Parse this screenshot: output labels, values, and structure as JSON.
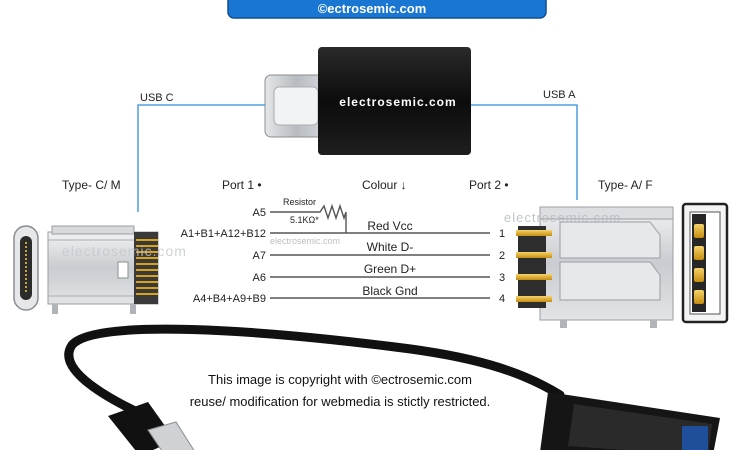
{
  "header": {
    "credit": "©ectrosemic.com"
  },
  "adapter": {
    "brand_text": "electrosemic.com"
  },
  "labels": {
    "usb_c": "USB C",
    "usb_a": "USB A",
    "type_c_m": "Type- C/ M",
    "type_a_f": "Type- A/ F",
    "port1_header": "Port 1 •",
    "colour_header": "Colour ↓",
    "port2_header": "Port 2 •",
    "resistor": "Resistor",
    "resistor_value": "5.1KΩ*"
  },
  "wiring": [
    {
      "port1": "A5",
      "colour": "",
      "port2": ""
    },
    {
      "port1": "A1+B1+A12+B12",
      "colour": "Red Vcc",
      "port2": "1"
    },
    {
      "port1": "A7",
      "colour": "White D-",
      "port2": "2"
    },
    {
      "port1": "A6",
      "colour": "Green D+",
      "port2": "3"
    },
    {
      "port1": "A4+B4+A9+B9",
      "colour": "Black Gnd",
      "port2": "4"
    }
  ],
  "watermarks": {
    "left": "electrosemic.com",
    "center": "electrosemic.com",
    "right": "electrosemic.com"
  },
  "copyright": {
    "line1": "This image is copyright with ©ectrosemic.com",
    "line2": "reuse/ modification for webmedia is stictly restricted."
  },
  "colors": {
    "header_bg": "#1976d2",
    "accent_line": "#2f8fd6",
    "wire": "#555555",
    "pin_gold": "#d9a21c"
  }
}
